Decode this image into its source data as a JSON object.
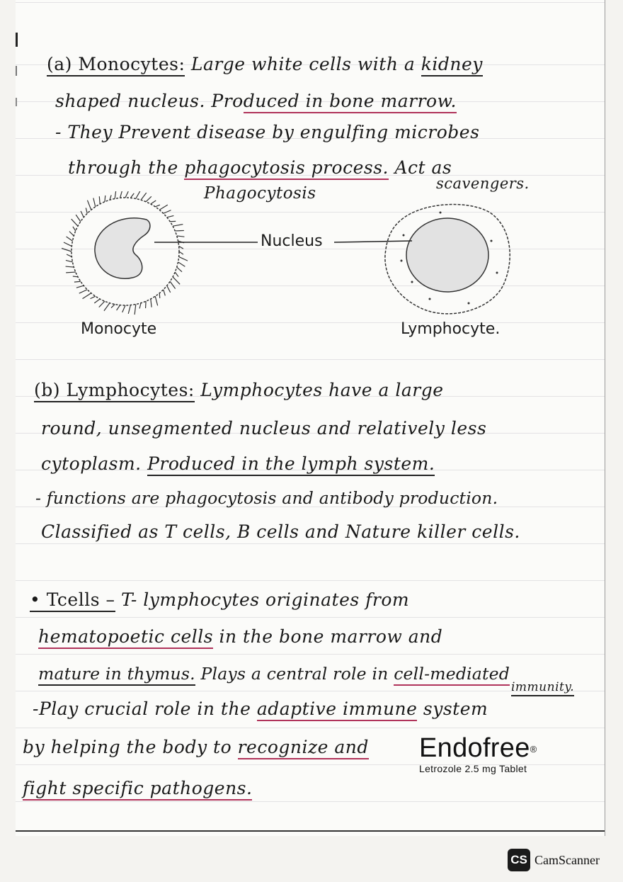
{
  "monocytes": {
    "heading": "(a) Monocytes:",
    "line1_rest": "Large white cells with a ",
    "line1_kidney": "kidney",
    "line2_a": "shaped nucleus. Pro",
    "line2_u": "duced in bone marrow.",
    "line3": "- They Prevent disease by engulfing microbes",
    "line4_a": "through the ",
    "line4_u": "phagocytosis process.",
    "line4_b": " Act as",
    "line5": "scavengers."
  },
  "diagram": {
    "title": "Phagocytosis",
    "nucleus_label": "Nucleus",
    "left_cell": "Monocyte",
    "right_cell": "Lymphocyte."
  },
  "lymphocytes": {
    "heading": "(b) Lymphocytes:",
    "line1_rest": " Lymphocytes have a large",
    "line2": "round, unsegmented nucleus and relatively less",
    "line3_a": "cytoplasm. ",
    "line3_u": "Produced in the lymph system.",
    "line4": "- functions are phagocytosis and antibody production.",
    "line5": "Classified as T cells, B cells and Nature killer cells."
  },
  "tcells": {
    "heading": "• Tcells –",
    "line1_rest": " T- lymphocytes originates from",
    "line2_u": "hematopoetic cells",
    "line2_b": " in the bone marrow and",
    "line3_u": "mature in thymus.",
    "line3_b": " Plays a central role in ",
    "line3_u2": "cell-mediated",
    "line3_extra": "immunity.",
    "line4_a": "-Play crucial role in the ",
    "line4_u": "adaptive immune",
    "line4_b": " system",
    "line5_a": "by helping the body to ",
    "line5_u": "recognize and",
    "line6_u": "fight specific pathogens."
  },
  "overlay": {
    "brand": "Endofree",
    "registered": "®",
    "product": "Letrozole 2.5 mg Tablet"
  },
  "watermark": {
    "icon_text": "CS",
    "label": "CamScanner"
  },
  "colors": {
    "ink": "#1a1a1a",
    "underline": "#b0335a",
    "paper": "#fbfbf9"
  }
}
